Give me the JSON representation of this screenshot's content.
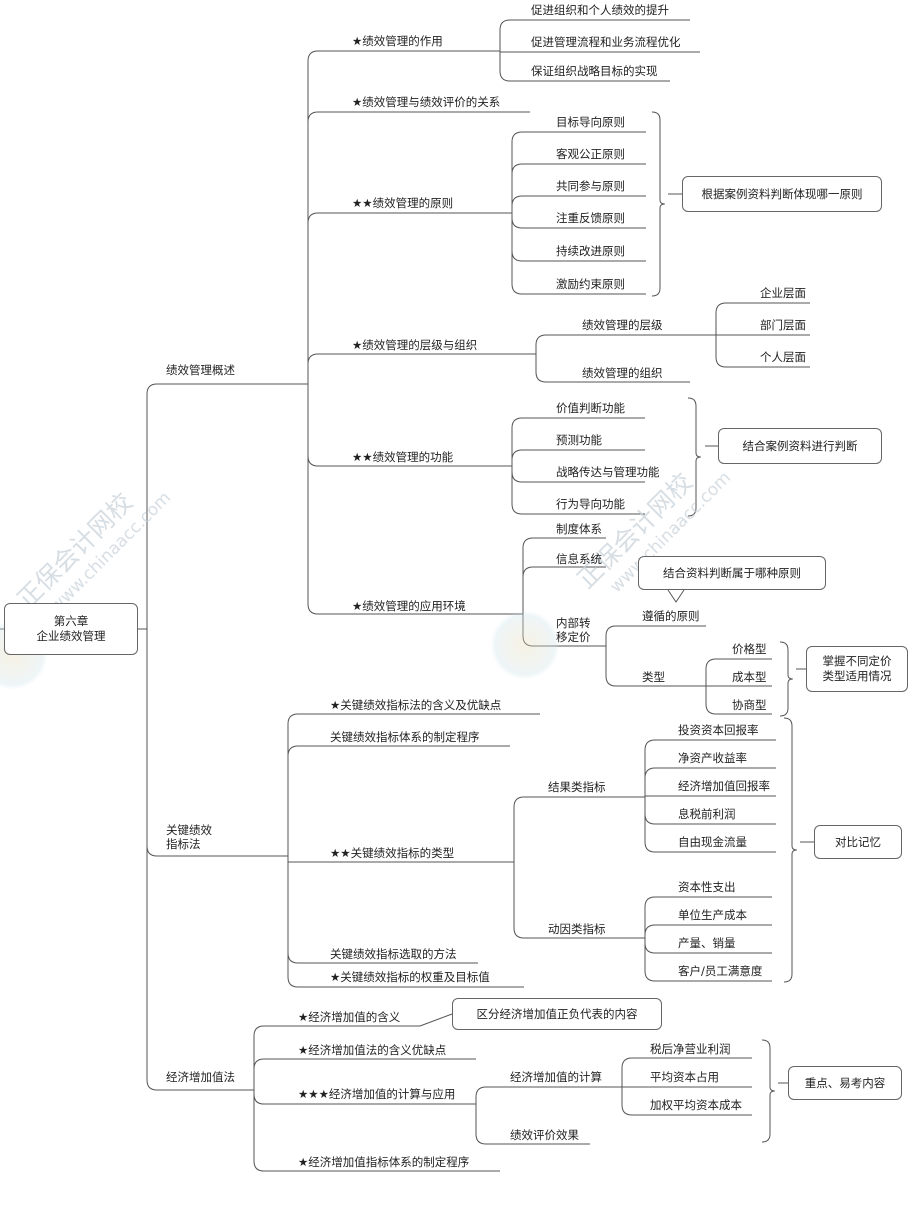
{
  "root": "第六章\n企业绩效管理",
  "sections": {
    "s1": "绩效管理概述",
    "s2": "关键绩效\n指标法",
    "s3": "经济增加值法"
  },
  "s1_items": {
    "role": "★绩效管理的作用",
    "relation": "★绩效管理与绩效评价的关系",
    "principles": "★★绩效管理的原则",
    "levels_org": "★绩效管理的层级与组织",
    "functions": "★★绩效管理的功能",
    "environment": "★绩效管理的应用环境"
  },
  "role_children": [
    "促进组织和个人绩效的提升",
    "促进管理流程和业务流程优化",
    "保证组织战略目标的实现"
  ],
  "principle_children": [
    "目标导向原则",
    "客观公正原则",
    "共同参与原则",
    "注重反馈原则",
    "持续改进原则",
    "激励约束原则"
  ],
  "principle_note": "根据案例资料判断体现哪一原则",
  "levels_children": {
    "level": "绩效管理的层级",
    "org": "绩效管理的组织",
    "level_children": [
      "企业层面",
      "部门层面",
      "个人层面"
    ]
  },
  "function_children": [
    "价值判断功能",
    "预测功能",
    "战略传达与管理功能",
    "行为导向功能"
  ],
  "function_note": "结合案例资料进行判断",
  "environment_children": {
    "system": "制度体系",
    "info": "信息系统",
    "transfer": "内部转\n移定价",
    "transfer_principle": "遵循的原则",
    "transfer_principle_note": "结合资料判断属于哪种原则",
    "transfer_type": "类型",
    "types": [
      "价格型",
      "成本型",
      "协商型"
    ],
    "types_note": "掌握不同定价\n类型适用情况"
  },
  "s2_items": {
    "meaning": "★关键绩效指标法的含义及优缺点",
    "procedure": "关键绩效指标体系的制定程序",
    "types": "★★关键绩效指标的类型",
    "selection": "关键绩效指标选取的方法",
    "weight": "★关键绩效指标的权重及目标值"
  },
  "kpi_types": {
    "result": "结果类指标",
    "driver": "动因类指标",
    "result_children": [
      "投资资本回报率",
      "净资产收益率",
      "经济增加值回报率",
      "息税前利润",
      "自由现金流量"
    ],
    "driver_children": [
      "资本性支出",
      "单位生产成本",
      "产量、销量",
      "客户/员工满意度"
    ],
    "note": "对比记忆"
  },
  "s3_items": {
    "meaning": "★经济增加值的含义",
    "meaning_note": "区分经济增加值正负代表的内容",
    "method": "★经济增加值法的含义优缺点",
    "calc_app": "★★★经济增加值的计算与应用",
    "system": "★经济增加值指标体系的制定程序"
  },
  "eva_calc": {
    "calc": "经济增加值的计算",
    "eval": "绩效评价效果",
    "children": [
      "税后净营业利润",
      "平均资本占用",
      "加权平均资本成本"
    ],
    "note": "重点、易考内容"
  },
  "watermark": {
    "cn": "正保会计网校",
    "url": "www.chinaacc.com"
  }
}
